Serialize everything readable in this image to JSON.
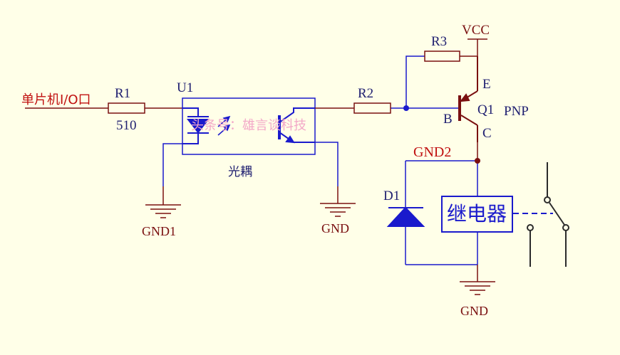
{
  "labels": {
    "mcu_io": "单片机I/O口",
    "r1_name": "R1",
    "r1_value": "510",
    "u1_name": "U1",
    "optocoupler": "光耦",
    "watermark": "头条号：雄言谈科技",
    "r2_name": "R2",
    "r3_name": "R3",
    "vcc": "VCC",
    "emitter": "E",
    "base": "B",
    "collector": "C",
    "q1_name": "Q1",
    "pnp": "PNP",
    "gnd2": "GND2",
    "d1_name": "D1",
    "relay": "继电器",
    "gnd1": "GND1",
    "gnd_mid": "GND",
    "gnd_bottom": "GND"
  },
  "colors": {
    "wire": "#1a1acc",
    "component": "#7a1010",
    "net_label": "#c01010",
    "designator": "#1f1f70",
    "background": "#ffffe8"
  }
}
